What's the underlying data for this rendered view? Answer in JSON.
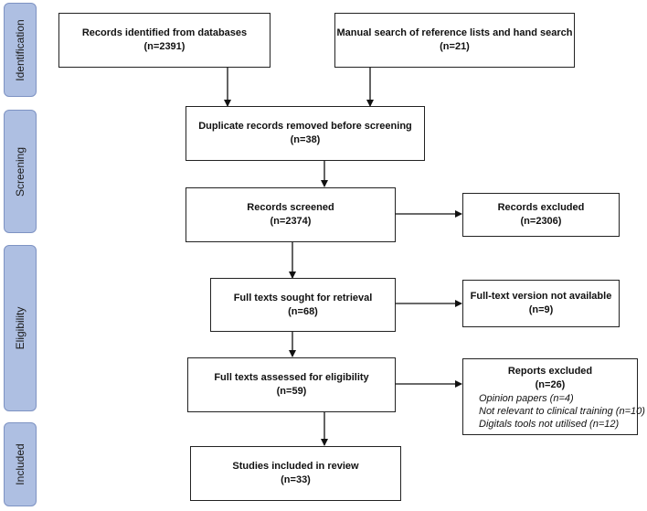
{
  "phases": {
    "identification": "Identification",
    "screening": "Screening",
    "eligibility": "Eligibility",
    "included": "Included"
  },
  "boxes": {
    "databases": {
      "title": "Records identified from databases",
      "count": "(n=2391)"
    },
    "manual": {
      "title": "Manual search of reference lists and hand search",
      "count": "(n=21)"
    },
    "duplicates": {
      "title": "Duplicate records removed before screening",
      "count": "(n=38)"
    },
    "screened": {
      "title": "Records screened",
      "count": "(n=2374)"
    },
    "excluded": {
      "title": "Records excluded",
      "count": "(n=2306)"
    },
    "sought": {
      "title": "Full texts sought for retrieval",
      "count": "(n=68)"
    },
    "not_available": {
      "title": "Full-text version not available",
      "count": "(n=9)"
    },
    "assessed": {
      "title": "Full texts assessed for eligibility",
      "count": "(n=59)"
    },
    "reports_excluded": {
      "title": "Reports excluded",
      "count": "(n=26)",
      "items": [
        "Opinion papers (n=4)",
        "Not relevant to clinical training (n=10)",
        "Digitals tools not utilised (n=12)"
      ]
    },
    "included": {
      "title": "Studies included in review",
      "count": "(n=33)"
    }
  }
}
